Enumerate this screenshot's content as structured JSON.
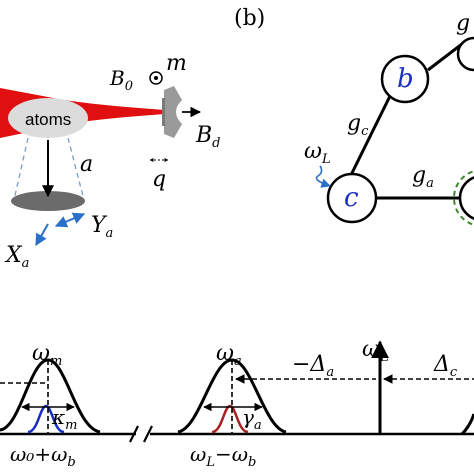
{
  "panel_label": "(b)",
  "setup": {
    "atoms_label": "atoms",
    "mirror_label": "m",
    "b0_label": "B",
    "b0_sub": "0",
    "bd_label": "B",
    "bd_sub": "d",
    "q_label": "q",
    "a_label": "a",
    "xa_label": "X",
    "xa_sub": "a",
    "ya_label": "Y",
    "ya_sub": "a"
  },
  "graph": {
    "nodes": {
      "b": "b",
      "c": "c"
    },
    "edge_gc": "g",
    "edge_gc_sub": "c",
    "edge_ga": "g",
    "edge_ga_sub": "a",
    "edge_g_partial": "g",
    "drive_label": "ω",
    "drive_sub": "L"
  },
  "spectrum": {
    "peak_m": {
      "label": "ω",
      "sub": "m",
      "width_label": "κ",
      "width_sub": "m",
      "x_label": "ω₀+ω",
      "x_sub": "b"
    },
    "peak_a": {
      "label": "ω",
      "sub": "a",
      "width_label": "γ",
      "width_sub": "a",
      "x_label": "ω",
      "x_sub1": "L",
      "x_mid": "−ω",
      "x_sub2": "b"
    },
    "drive": {
      "label": "ω",
      "sub": "L"
    },
    "detuning_a": {
      "label": "−Δ",
      "sub": "a"
    },
    "detuning_c": {
      "label": "Δ",
      "sub": "c"
    }
  },
  "colors": {
    "laser": "#e01010",
    "node_text": "#1a2fbf",
    "axis_arrows": "#2a6fc9",
    "dashed_circle": "#3b8a2a",
    "peak_m_inner": "#1a2fbf",
    "peak_a_inner": "#a82020"
  }
}
